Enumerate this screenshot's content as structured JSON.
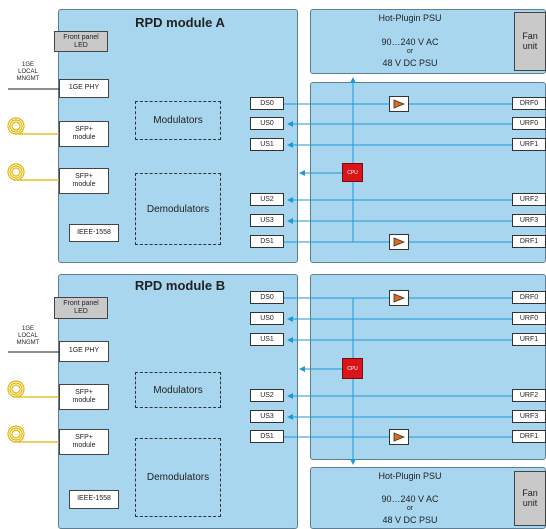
{
  "colors": {
    "panel": "#a9d6ef",
    "line": "#1d9ad6",
    "cpu": "#d9141b",
    "amp": "#e06a1b"
  },
  "moduleA": {
    "title": "RPD module A",
    "front_panel_led": "Front panel\nLED",
    "local_mngmt": "1GE\nLOCAL\nMNGMT",
    "phy": "1GE PHY",
    "sfp1": "SFP+\nmodule",
    "sfp2": "SFP+\nmodule",
    "modulators": "Modulators",
    "demodulators": "Demodulators",
    "ieee": "IEEE-1558",
    "ports_left": [
      "DS0",
      "US0",
      "US1",
      "US2",
      "US3",
      "DS1"
    ],
    "ports_right": [
      "DRF0",
      "URF0",
      "URF1",
      "URF2",
      "URF3",
      "DRF1"
    ],
    "cpu": "CPU",
    "psu_title": "Hot-Plugin PSU",
    "psu_line1": "90…240 V AC",
    "psu_or": "or",
    "psu_line2": "48 V DC PSU",
    "fan": "Fan\nunit"
  },
  "moduleB": {
    "title": "RPD module B",
    "front_panel_led": "Front panel\nLED",
    "local_mngmt": "1GE\nLOCAL\nMNGMT",
    "phy": "1GE PHY",
    "sfp1": "SFP+\nmodule",
    "sfp2": "SFP+\nmodule",
    "modulators": "Modulators",
    "demodulators": "Demodulators",
    "ieee": "IEEE-1558",
    "ports_left": [
      "DS0",
      "US0",
      "US1",
      "US2",
      "US3",
      "DS1"
    ],
    "ports_right": [
      "DRF0",
      "URF0",
      "URF1",
      "URF2",
      "URF3",
      "DRF1"
    ],
    "cpu": "CPU",
    "psu_title": "Hot-Plugin PSU",
    "psu_line1": "90…240 V AC",
    "psu_or": "or",
    "psu_line2": "48 V DC PSU",
    "fan": "Fan\nunit"
  }
}
